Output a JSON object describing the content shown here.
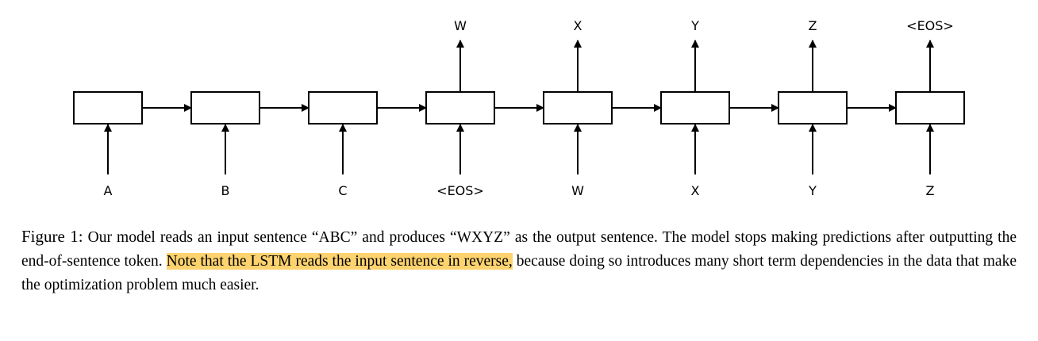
{
  "figure": {
    "input_tokens": [
      "A",
      "B",
      "C",
      "<EOS>",
      "W",
      "X",
      "Y",
      "Z"
    ],
    "output_tokens": [
      "W",
      "X",
      "Y",
      "Z",
      "<EOS>"
    ],
    "caption": {
      "label": "Figure 1:",
      "text_1": " Our model reads an input sentence “ABC” and produces “WXYZ” as the output sentence. The model stops making predictions after outputting the end-of-sentence token. ",
      "highlight": "Note that the LSTM reads the input sentence in reverse,",
      "text_2": " because doing so introduces many short term dependencies in the data that make the optimization problem much easier."
    }
  }
}
